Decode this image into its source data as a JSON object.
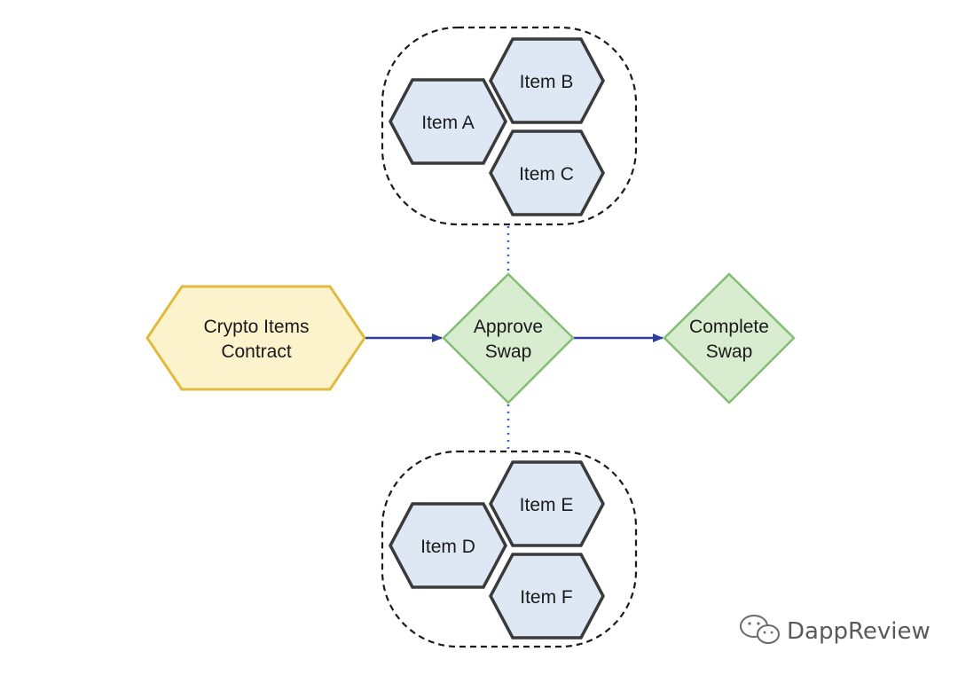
{
  "diagram": {
    "group_top_items": [
      "Item A",
      "Item B",
      "Item C"
    ],
    "group_bottom_items": [
      "Item D",
      "Item E",
      "Item F"
    ],
    "contract": {
      "line1": "Crypto Items",
      "line2": "Contract"
    },
    "approve": {
      "line1": "Approve",
      "line2": "Swap"
    },
    "complete": {
      "line1": "Complete",
      "line2": "Swap"
    },
    "colors": {
      "item_fill": "#dde8f4",
      "item_stroke": "#3a3a3a",
      "contract_fill": "#fcf2cc",
      "contract_stroke": "#e1bb3e",
      "decision_fill": "#d8ecd0",
      "decision_stroke": "#84bd74",
      "arrow": "#2e3f99",
      "dotted": "#3b63c4",
      "group_border": "#1a1a1a"
    }
  },
  "watermark": {
    "text": "DappReview",
    "icon": "wechat-icon"
  }
}
